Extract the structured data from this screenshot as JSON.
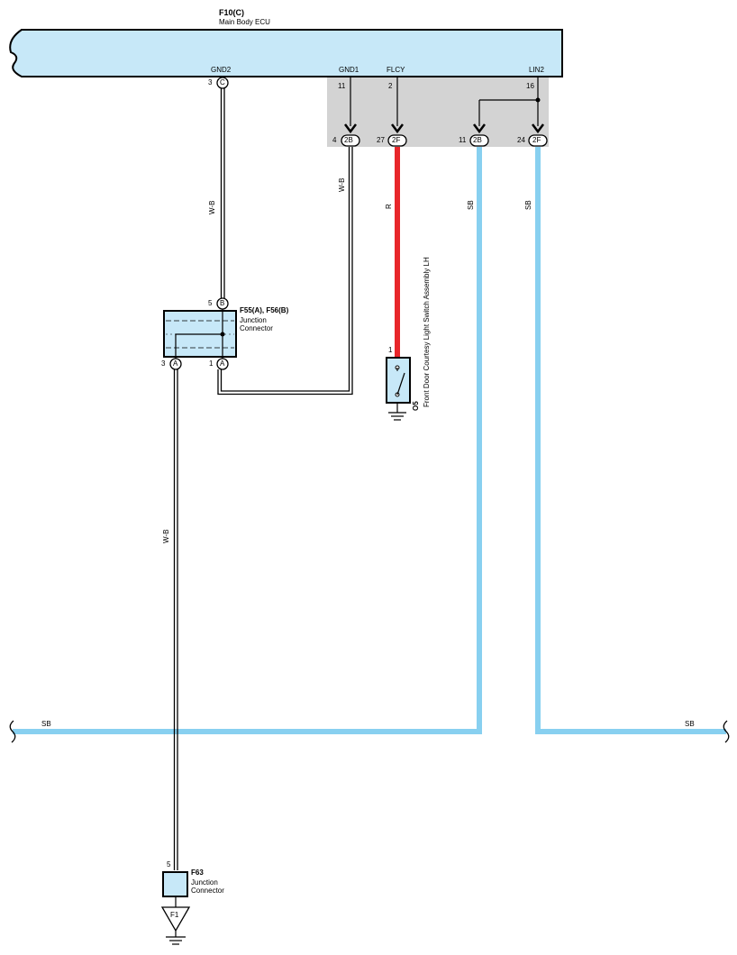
{
  "ecu": {
    "id": "F10(C)",
    "name": "Main Body ECU",
    "pins": {
      "gnd2": {
        "label": "GND2",
        "number": "3",
        "letter": "C"
      },
      "gnd1": {
        "label": "GND1",
        "number": "11"
      },
      "flcy": {
        "label": "FLCY",
        "number": "2"
      },
      "lin2": {
        "label": "LIN2",
        "number": "16"
      }
    }
  },
  "connectors": [
    {
      "pin": "4",
      "code": "2B"
    },
    {
      "pin": "27",
      "code": "2F"
    },
    {
      "pin": "11",
      "code": "2B"
    },
    {
      "pin": "24",
      "code": "2F"
    }
  ],
  "wire_labels": {
    "gnd2_upper": "W-B",
    "gnd1": "W-B",
    "flcy": "R",
    "lin_a": "SB",
    "lin_b": "SB",
    "ground_lower": "W-B",
    "bus_left": "SB",
    "bus_right": "SB"
  },
  "junction_f55": {
    "id": "F55(A), F56(B)",
    "line1": "Junction",
    "line2": "Connector",
    "pin_top": {
      "number": "5",
      "letter": "B"
    },
    "pin_left": {
      "number": "3",
      "letter": "A"
    },
    "pin_right": {
      "number": "1",
      "letter": "A"
    }
  },
  "switch_o5": {
    "id": "O5",
    "name": "Front Door Courtesy Light Switch Assembly LH",
    "pin": "1"
  },
  "junction_f63": {
    "id": "F63",
    "line1": "Junction",
    "line2": "Connector",
    "pin": "5"
  },
  "ground": {
    "label": "F1"
  },
  "colors": {
    "ecu_fill": "#c7e8f8",
    "gray_box": "#d3d3d3",
    "red_wire": "#e8262a",
    "sb_wire": "#88d0f0",
    "junction_fill": "#c7e8f8"
  }
}
